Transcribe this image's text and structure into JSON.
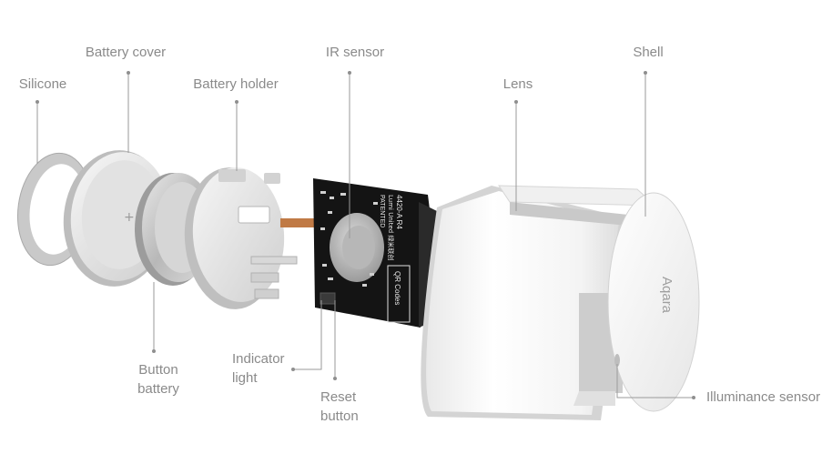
{
  "labels": {
    "silicone": "Silicone",
    "battery_cover": "Battery cover",
    "battery_holder": "Battery holder",
    "ir_sensor": "IR sensor",
    "lens": "Lens",
    "shell": "Shell",
    "button_battery_1": "Button",
    "button_battery_2": "battery",
    "indicator_light_1": "Indicator",
    "indicator_light_2": "light",
    "reset_button_1": "Reset",
    "reset_button_2": "button",
    "illuminance_sensor": "Illuminance sensor"
  },
  "pcb": {
    "model": "4420-A R4",
    "maker": "Lumi United 绿米联创",
    "patent": "PATENTED",
    "qr": "QR Codes"
  },
  "brand": "Aqara",
  "colors": {
    "label_text": "#8a8a8a",
    "leader_line": "#9a9a9a",
    "pcb": "#141414",
    "plastic": "#f2f2f2",
    "metal": "#c9c9c9"
  }
}
